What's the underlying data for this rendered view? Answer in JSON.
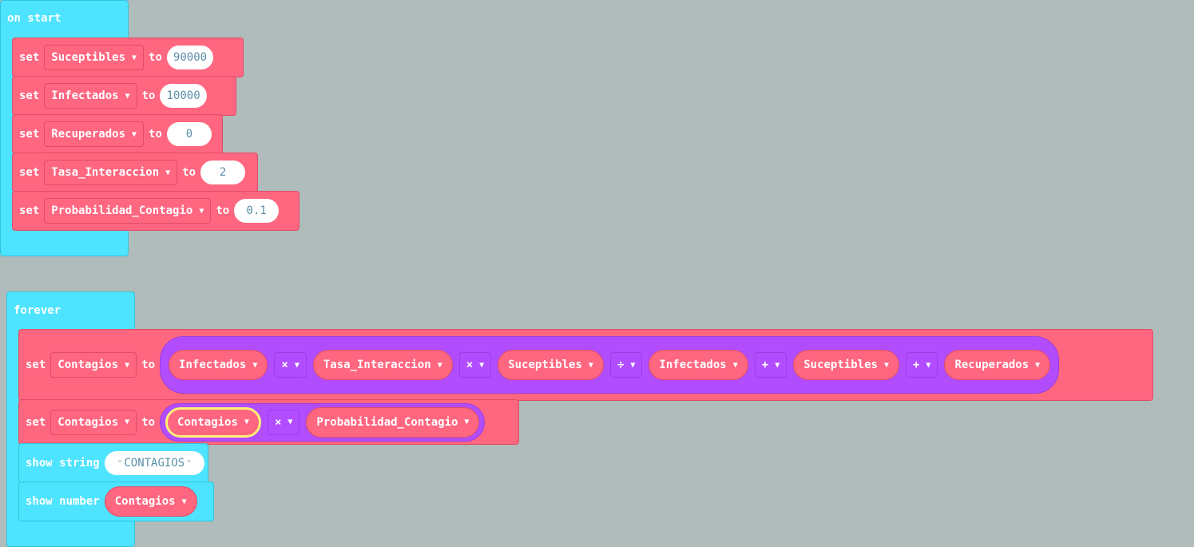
{
  "on_start": {
    "label": "on start",
    "blocks": [
      {
        "kw": "set",
        "var": "Suceptibles",
        "to": "to",
        "value": "90000"
      },
      {
        "kw": "set",
        "var": "Infectados",
        "to": "to",
        "value": "10000"
      },
      {
        "kw": "set",
        "var": "Recuperados",
        "to": "to",
        "value": "0"
      },
      {
        "kw": "set",
        "var": "Tasa_Interaccion",
        "to": "to",
        "value": "2"
      },
      {
        "kw": "set",
        "var": "Probabilidad_Contagio",
        "to": "to",
        "value": "0.1"
      }
    ]
  },
  "forever": {
    "label": "forever",
    "set1": {
      "kw": "set",
      "var": "Contagios",
      "to": "to",
      "terms": [
        "Infectados",
        "Tasa_Interaccion",
        "Suceptibles",
        "Infectados",
        "Suceptibles",
        "Recuperados"
      ],
      "ops": [
        "×",
        "×",
        "÷",
        "+",
        "+"
      ]
    },
    "set2": {
      "kw": "set",
      "var": "Contagios",
      "to": "to",
      "left": "Contagios",
      "op": "×",
      "right": "Probabilidad_Contagio"
    },
    "show_string": {
      "kw": "show string",
      "value": "CONTAGIOS"
    },
    "show_number": {
      "kw": "show number",
      "value": "Contagios"
    }
  },
  "colors": {
    "workspace": "#b0bcbb",
    "events": "#4ee4ff",
    "variables": "#ff6680",
    "math": "#b14dff",
    "selection": "#fff176"
  },
  "icons": {
    "dropdown": "caret-down-icon"
  }
}
